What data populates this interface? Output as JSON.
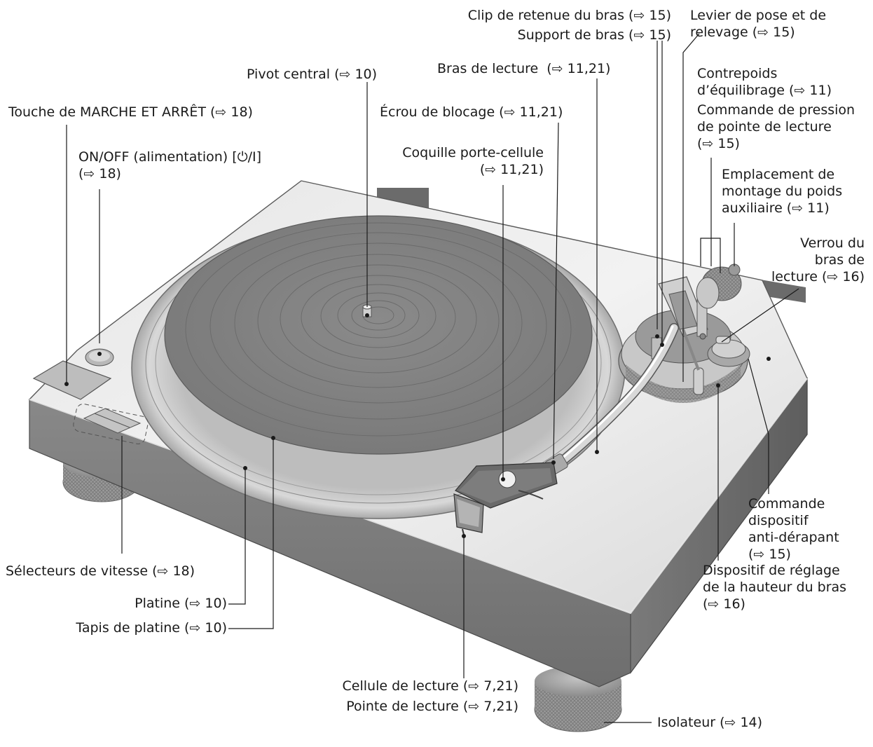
{
  "labels": {
    "clip_retenue": "Clip de retenue du bras (⇨ 15)",
    "support_bras": "Support de bras (⇨ 15)",
    "levier_1": "Levier de pose et de",
    "levier_2": "relevage (⇨ 15)",
    "pivot": "Pivot central (⇨ 10)",
    "bras_lecture": "Bras de lecture  (⇨ 11,21)",
    "contrepoids_1": "Contrepoids",
    "contrepoids_2": "d’équilibrage (⇨ 11)",
    "commande_pression_1": "Commande de pression",
    "commande_pression_2": "de pointe de lecture",
    "commande_pression_3": "(⇨ 15)",
    "touche_marche": "Touche de MARCHE ET ARRÊT (⇨ 18)",
    "ecrou": "Écrou de blocage (⇨ 11,21)",
    "onoff_1": "ON/OFF (alimentation) [⏻/I]",
    "onoff_2": "(⇨ 18)",
    "coquille_1": "Coquille porte-cellule",
    "coquille_2": "(⇨ 11,21)",
    "emplacement_1": "Emplacement de",
    "emplacement_2": "montage du poids",
    "emplacement_3": "auxiliaire (⇨ 11)",
    "verrou_1": "Verrou du",
    "verrou_2": "bras de",
    "verrou_3": "lecture (⇨ 16)",
    "antiderapant_1": "Commande",
    "antiderapant_2": "dispositif",
    "antiderapant_3": "anti-dérapant",
    "antiderapant_4": "(⇨ 15)",
    "selecteurs": "Sélecteurs de vitesse (⇨ 18)",
    "hauteur_1": "Dispositif de réglage",
    "hauteur_2": "de la hauteur du bras",
    "hauteur_3": "(⇨ 16)",
    "platine": "Platine (⇨ 10)",
    "tapis": "Tapis de platine (⇨ 10)",
    "cellule": "Cellule de lecture (⇨ 7,21)",
    "pointe": "Pointe de lecture (⇨ 7,21)",
    "isolateur": "Isolateur (⇨ 14)"
  }
}
